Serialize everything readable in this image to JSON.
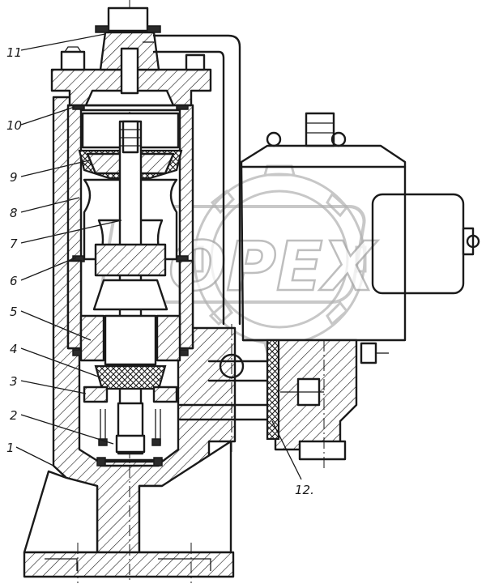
{
  "watermark": {
    "text": "OPEX"
  },
  "callouts": [
    {
      "label": "11"
    },
    {
      "label": "10"
    },
    {
      "label": "9"
    },
    {
      "label": "8"
    },
    {
      "label": "7"
    },
    {
      "label": "6"
    },
    {
      "label": "5"
    },
    {
      "label": "4"
    },
    {
      "label": "3"
    },
    {
      "label": "2"
    },
    {
      "label": "1"
    },
    {
      "label": "12."
    }
  ]
}
